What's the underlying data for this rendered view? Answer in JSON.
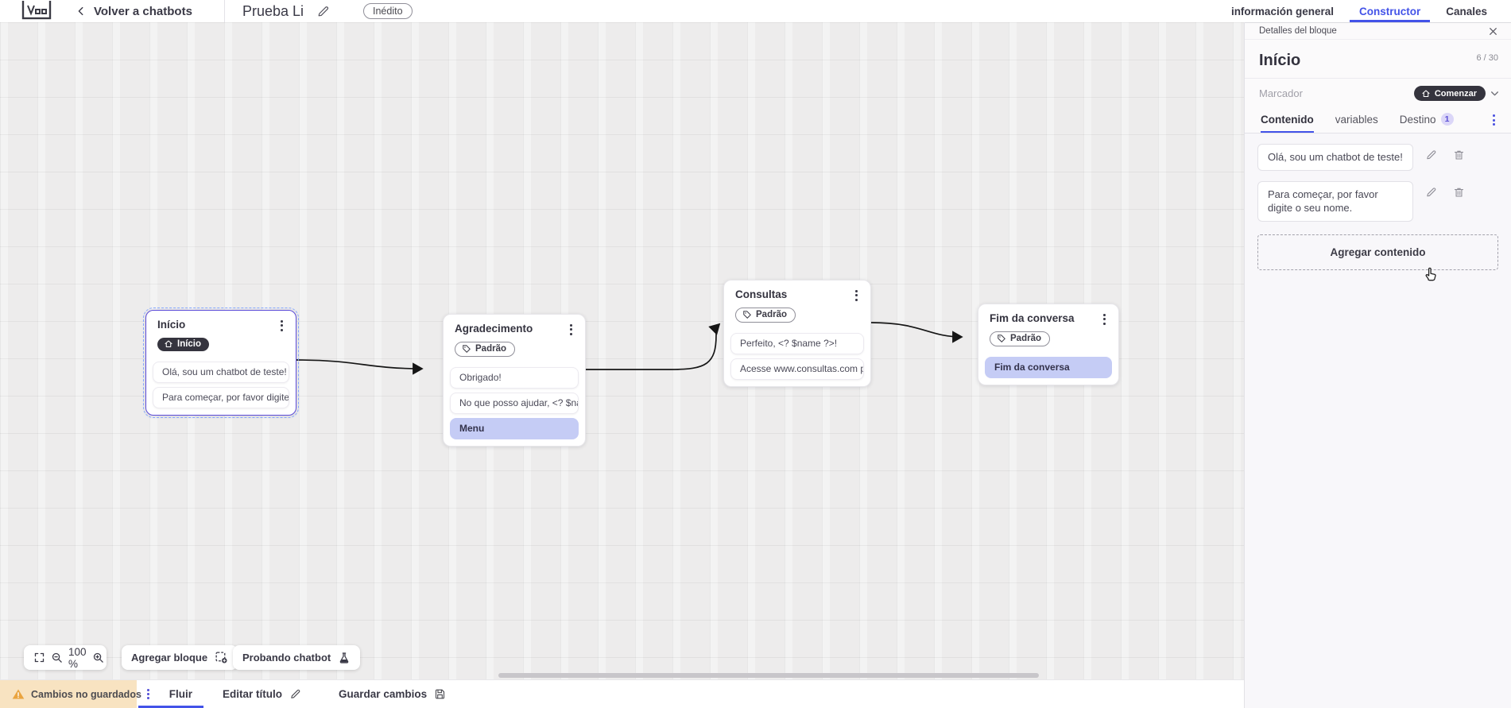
{
  "header": {
    "back_label": "Volver a chatbots",
    "title": "Prueba Li",
    "status_badge": "Inédito",
    "tabs": [
      {
        "label": "información general"
      },
      {
        "label": "Constructor"
      },
      {
        "label": "Canales"
      }
    ]
  },
  "panel": {
    "title": "Detalles del bloque",
    "block_name": "Início",
    "counter": "6 / 30",
    "marker_label": "Marcador",
    "marker_value": "Comenzar",
    "tabs": [
      {
        "label": "Contenido"
      },
      {
        "label": "variables"
      },
      {
        "label": "Destino",
        "badge": "1"
      }
    ],
    "messages": [
      {
        "text": "Olá, sou um chatbot de teste!"
      },
      {
        "text": "Para começar, por favor digite o seu nome."
      }
    ],
    "add_content_label": "Agregar contenido"
  },
  "canvas": {
    "blocks": [
      {
        "title": "Início",
        "badge": "Início",
        "rows": [
          {
            "text": "Olá, sou um chatbot de teste!"
          },
          {
            "text": "Para começar, por favor digite o ..."
          }
        ]
      },
      {
        "title": "Agradecimento",
        "badge": "Padrão",
        "rows": [
          {
            "text": "Obrigado!"
          },
          {
            "text": "No que posso ajudar, <? $name ..."
          },
          {
            "text": "Menu"
          }
        ]
      },
      {
        "title": "Consultas",
        "badge": "Padrão",
        "rows": [
          {
            "text": "Perfeito, <? $name ?>!"
          },
          {
            "text": "Acesse www.consultas.com par..."
          }
        ]
      },
      {
        "title": "Fim da conversa",
        "badge": "Padrão",
        "rows": [
          {
            "text": "Fim da conversa"
          }
        ]
      }
    ],
    "controls": {
      "zoom_level": "100 %",
      "add_block_label": "Agregar bloque",
      "test_label": "Probando chatbot"
    }
  },
  "footer": {
    "unsaved_label": "Cambios no guardados",
    "flow_tab": "Fluir",
    "edit_title_label": "Editar título",
    "save_label": "Guardar cambios"
  },
  "colors": {
    "accent_blue": "#4353e8",
    "accent_purple": "#5b4bd8",
    "dark_pill": "#35343e",
    "row_purple": "#c5ccf5",
    "unsaved_bg": "#f8e3c1"
  }
}
